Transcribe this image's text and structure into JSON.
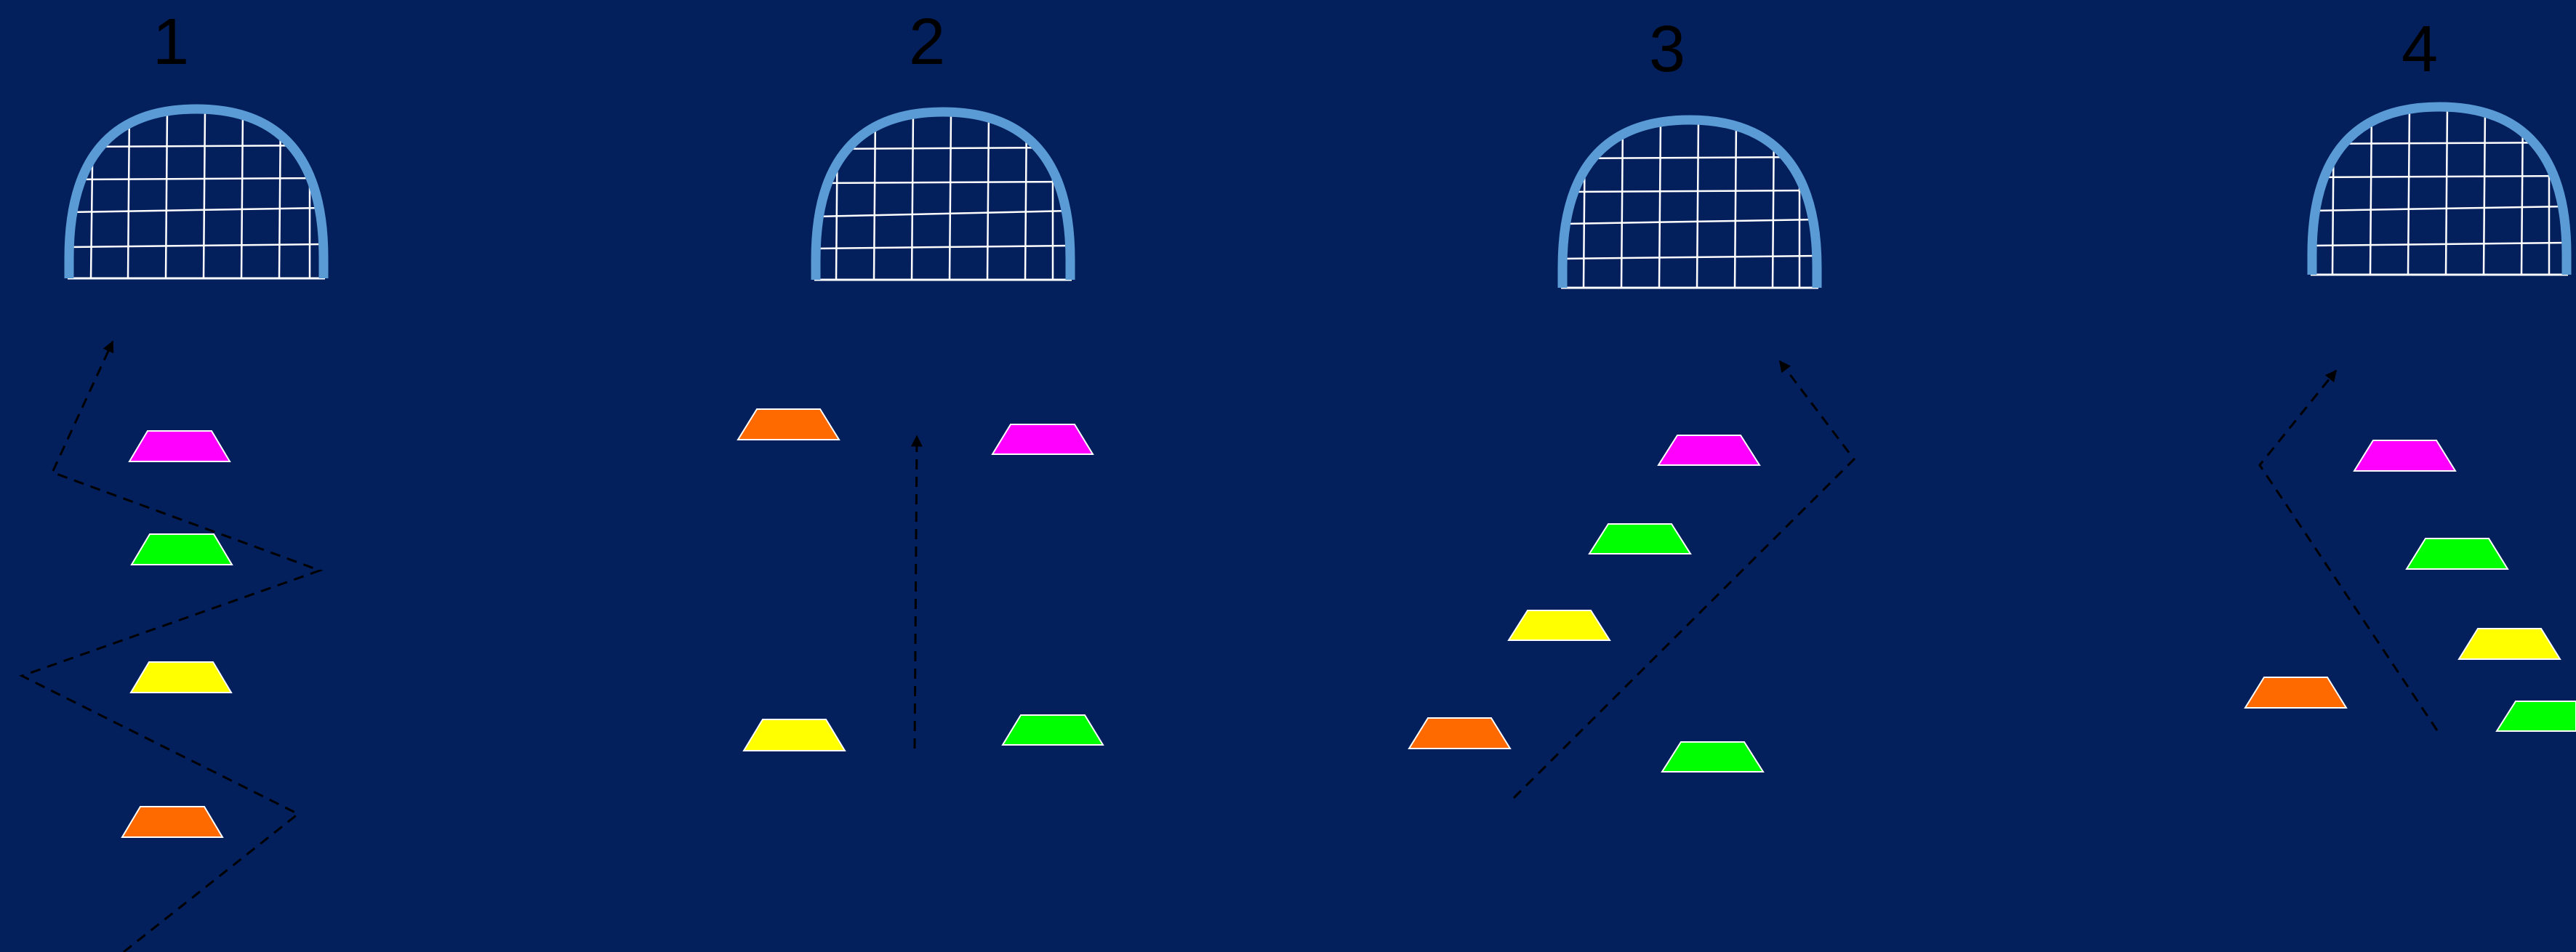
{
  "diagram": {
    "background_color": "#031F5C",
    "goal_frame_color": "#5B9BD5",
    "goal_net_color": "#FFFFFF",
    "path_line_color": "#000000",
    "cone_outline_color": "#FFFFFF",
    "cone_colors": {
      "magenta": "#FF00FF",
      "green": "#00FF00",
      "yellow": "#FFFF00",
      "orange": "#FF6A00"
    },
    "drills": [
      {
        "number": "1",
        "goal_icon": "goal-net-icon",
        "cones": [
          "magenta",
          "green",
          "yellow",
          "orange"
        ]
      },
      {
        "number": "2",
        "goal_icon": "goal-net-icon",
        "cones": [
          "orange",
          "magenta",
          "yellow",
          "green"
        ]
      },
      {
        "number": "3",
        "goal_icon": "goal-net-icon",
        "cones": [
          "magenta",
          "green",
          "yellow",
          "orange",
          "green"
        ]
      },
      {
        "number": "4",
        "goal_icon": "goal-net-icon",
        "cones": [
          "magenta",
          "green",
          "yellow",
          "orange",
          "green"
        ]
      }
    ]
  }
}
